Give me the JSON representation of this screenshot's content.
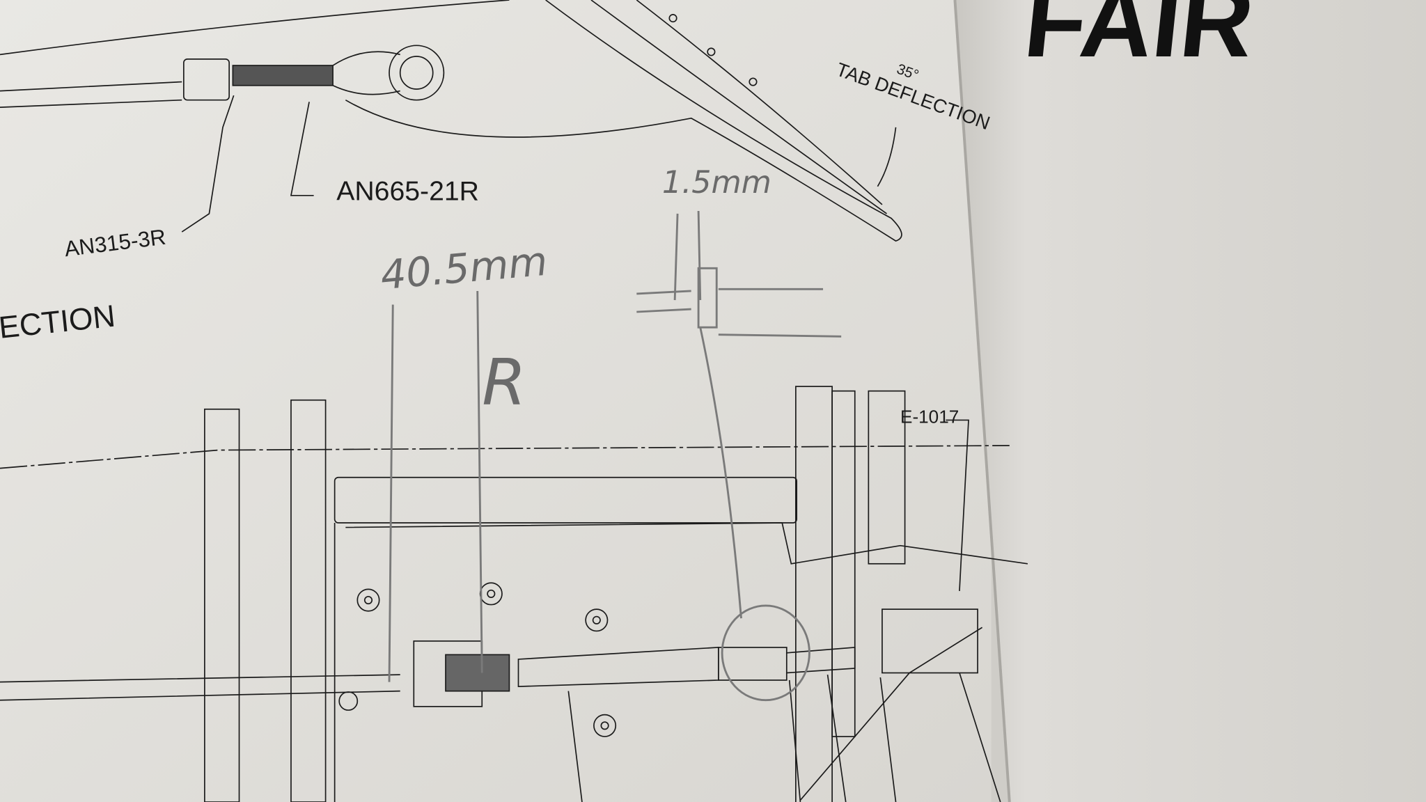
{
  "drawing": {
    "callouts": {
      "nut": "AN665-21R",
      "rod_end": "AN315-3R",
      "deflection_left": "ECTION",
      "tab_angle": "35°",
      "tab_deflection": "TAB DEFLECTION",
      "part": "E-1017"
    },
    "handwritten": {
      "gap": "1.5mm",
      "length": "40.5mm",
      "side": "R"
    },
    "facing_page_heading": "FAIR"
  },
  "colors": {
    "paper": "#e4e3df",
    "facing_page": "#d9d7d2",
    "ink": "#1b1b1b",
    "pencil": "#6a6a6a"
  }
}
